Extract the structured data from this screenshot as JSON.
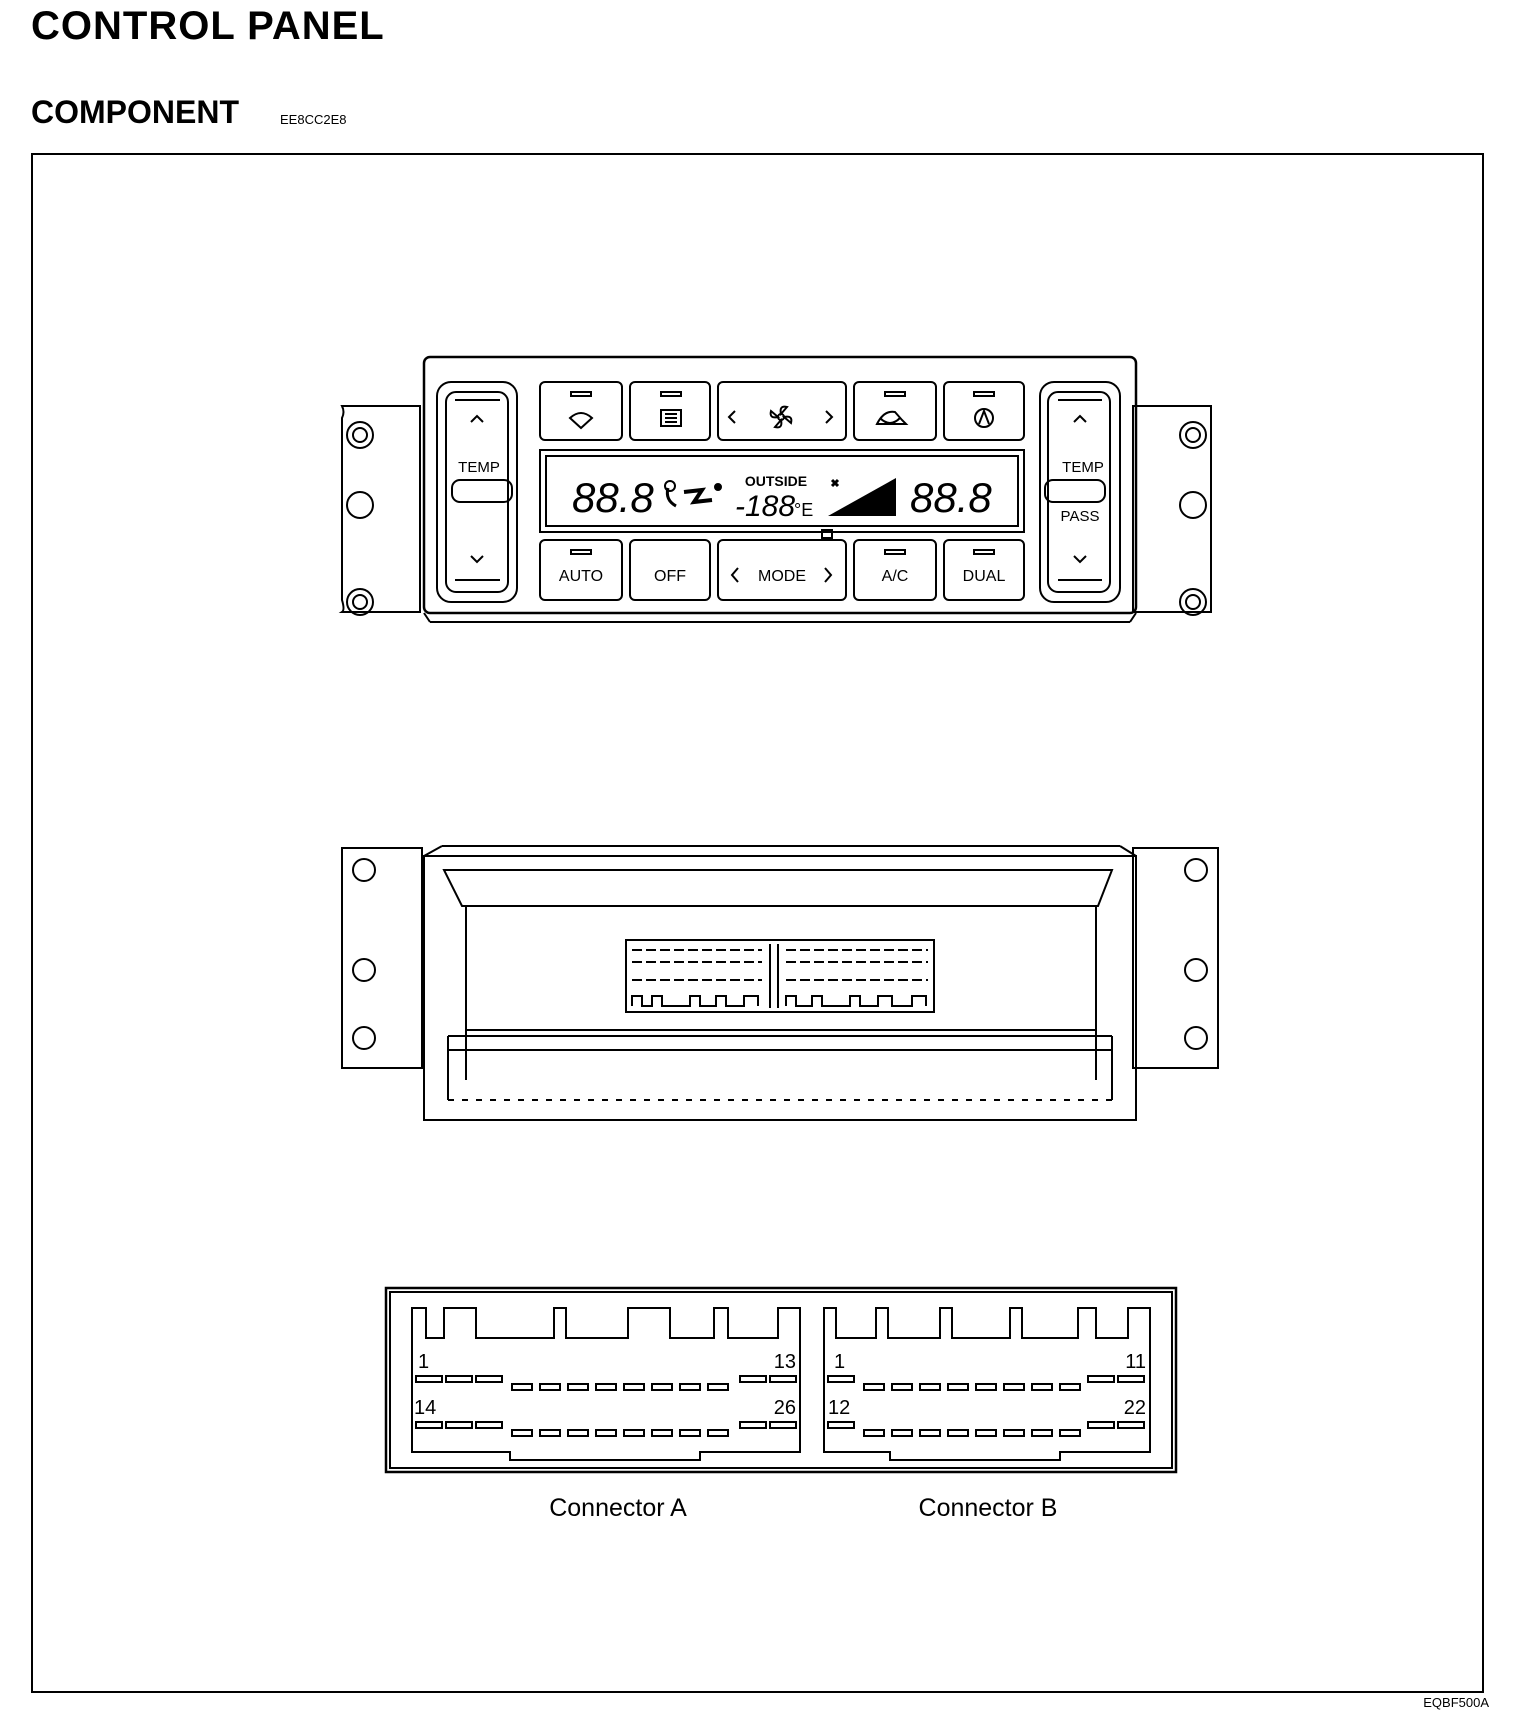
{
  "page": {
    "title": "CONTROL  PANEL",
    "subtitle": "COMPONENT",
    "section_code": "EE8CC2E8",
    "figure_code": "EQBF500A"
  },
  "front_panel": {
    "left_temp_label": "TEMP",
    "right_temp_label": "TEMP",
    "pass_label": "PASS",
    "outside_label": "OUTSIDE",
    "left_temp_display": "88.8",
    "right_temp_display": "88.8",
    "outside_temp_display": "-188",
    "outside_unit": "°E",
    "bottom_buttons": [
      "AUTO",
      "OFF",
      "MODE",
      "A/C",
      "DUAL"
    ],
    "top_buttons_icons": [
      "front-defrost-icon",
      "rear-defrost-icon",
      "fan-icon",
      "recirculation-icon",
      "auto-icon"
    ]
  },
  "connectors": {
    "a": {
      "label": "Connector A",
      "pin_top_left": "1",
      "pin_top_right": "13",
      "pin_bottom_left": "14",
      "pin_bottom_right": "26"
    },
    "b": {
      "label": "Connector B",
      "pin_top_left": "1",
      "pin_top_right": "11",
      "pin_bottom_left": "12",
      "pin_bottom_right": "22"
    }
  }
}
